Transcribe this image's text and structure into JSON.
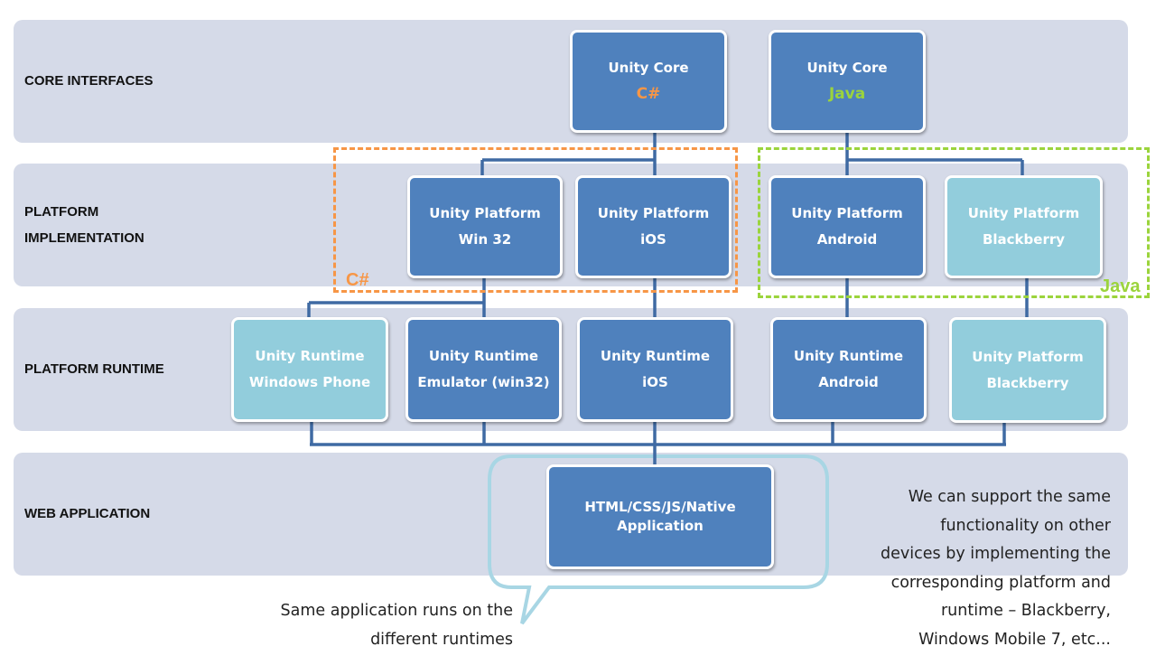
{
  "bands": [
    {
      "label": "CORE INTERFACES"
    },
    {
      "label": "PLATFORM IMPLEMENTATION"
    },
    {
      "label": "PLATFORM RUNTIME"
    },
    {
      "label": "WEB APPLICATION"
    }
  ],
  "core": [
    {
      "line1": "Unity Core",
      "line2": "C#"
    },
    {
      "line1": "Unity Core",
      "line2": "Java"
    }
  ],
  "platform": [
    {
      "line1": "Unity Platform",
      "line2": "Win 32"
    },
    {
      "line1": "Unity Platform",
      "line2": "iOS"
    },
    {
      "line1": "Unity Platform",
      "line2": "Android"
    },
    {
      "line1": "Unity Platform",
      "line2": "Blackberry"
    }
  ],
  "runtime": [
    {
      "line1": "Unity Runtime",
      "line2": "Windows Phone"
    },
    {
      "line1": "Unity Runtime",
      "line2": "Emulator (win32)"
    },
    {
      "line1": "Unity Runtime",
      "line2": "iOS"
    },
    {
      "line1": "Unity Runtime",
      "line2": "Android"
    },
    {
      "line1": "Unity Platform",
      "line2": "Blackberry"
    }
  ],
  "web": {
    "line1": "HTML/CSS/JS/Native",
    "line2": "Application"
  },
  "groups": {
    "csharp": "C#",
    "java": "Java"
  },
  "callout": {
    "line1": "Same application runs on the",
    "line2": "different runtimes"
  },
  "note": {
    "lines": [
      "We can support the same",
      "functionality on other",
      "devices by implementing  the",
      "corresponding platform and",
      "runtime – Blackberry,",
      "Windows Mobile 7, etc..."
    ]
  },
  "colors": {
    "band": "#d5dae8",
    "dark_box": "#4f81bd",
    "light_box": "#92cddc",
    "connector": "#3f6aa3",
    "csharp": "#f79646",
    "java": "#9bd43c",
    "callout_border": "#a8d6e4"
  }
}
